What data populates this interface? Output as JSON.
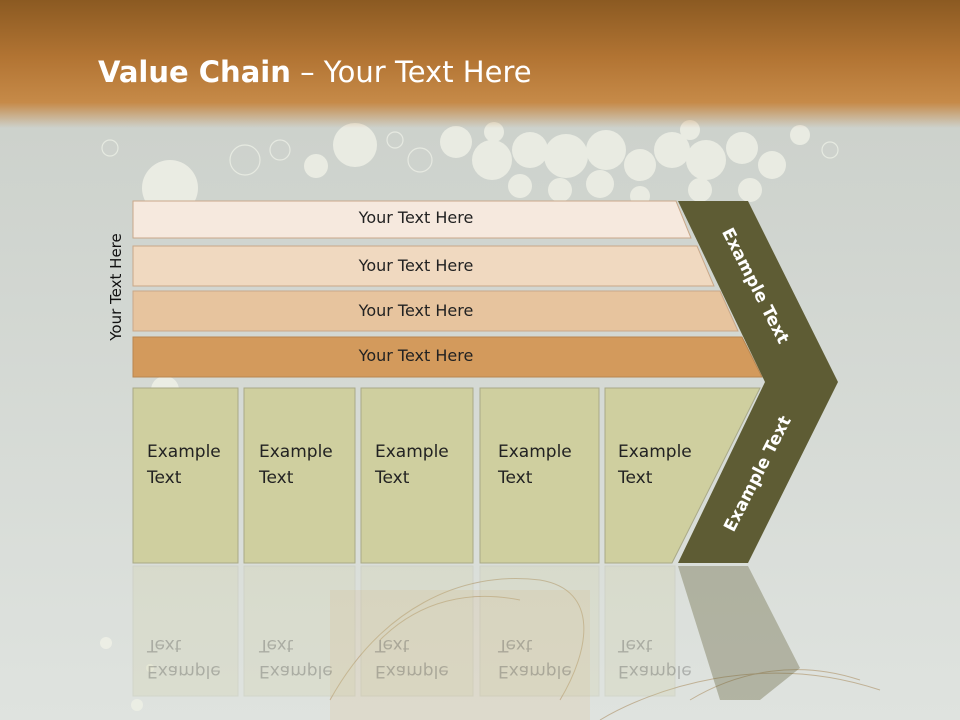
{
  "slide": {
    "title_bold": "Value Chain",
    "title_rest": " – Your Text Here",
    "side_label": "Your Text Here"
  },
  "bars": [
    {
      "label": "Your Text Here",
      "color": "#f6e9de"
    },
    {
      "label": "Your Text Here",
      "color": "#f0d9c0"
    },
    {
      "label": "Your Text Here",
      "color": "#e7c49e"
    },
    {
      "label": "Your Text Here",
      "color": "#d39a5c"
    }
  ],
  "cells": [
    {
      "line1": "Example",
      "line2": "Text"
    },
    {
      "line1": "Example",
      "line2": "Text"
    },
    {
      "line1": "Example",
      "line2": "Text"
    },
    {
      "line1": "Example",
      "line2": "Text"
    },
    {
      "line1": "Example",
      "line2": "Text"
    }
  ],
  "chevron": {
    "upper_text": "Example Text",
    "lower_text": "Example Text",
    "color": "#5e5c34"
  },
  "colors": {
    "cell_fill": "#cfcf9f",
    "cell_border": "#a9a987",
    "header": "#b27433"
  }
}
